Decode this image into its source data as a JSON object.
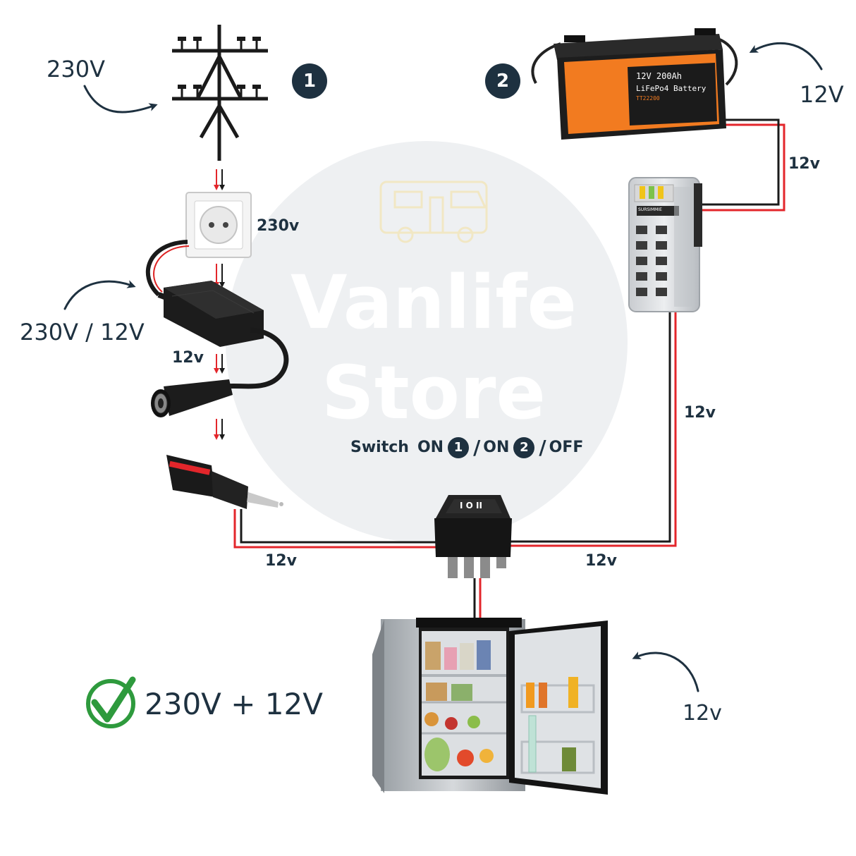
{
  "badges": {
    "one": "1",
    "two": "2"
  },
  "watermark": {
    "line1": "Vanlife",
    "line2": "Store"
  },
  "labels": {
    "grid_voltage": "230V",
    "socket_voltage": "230v",
    "converter_voltage": "230V / 12V",
    "converter_output": "12v",
    "battery_voltage": "12V",
    "battery_to_fuse": "12v",
    "fuse_to_switch": "12v",
    "left_wire": "12v",
    "right_wire": "12v",
    "fridge_voltage": "12v"
  },
  "switch_caption": {
    "prefix": "Switch",
    "on1": "ON",
    "badge1": "1",
    "sep1": "/",
    "on2": "ON",
    "badge2": "2",
    "sep2": "/",
    "off": "OFF"
  },
  "battery": {
    "line1": "12V 200Ah",
    "line2": "LiFePo4 Battery",
    "model": "TT22200"
  },
  "fusebox": {
    "brand": "SURSIMMIE"
  },
  "switch_symbol": "I O II",
  "result": "230V + 12V",
  "colors": {
    "navy": "#1e3140",
    "wire_red": "#e3262b",
    "wire_black": "#1a1a1a",
    "battery_orange": "#f27b20",
    "check_green": "#2e9a3d"
  },
  "icons": [
    "utility-pole-icon",
    "wall-socket-icon",
    "power-adapter-icon",
    "cigarette-socket-icon",
    "cigarette-plug-icon",
    "lifepo4-battery-icon",
    "fuse-box-icon",
    "rocker-switch-icon",
    "fridge-icon",
    "checkmark-icon",
    "camper-van-icon",
    "curved-arrow-icon"
  ]
}
